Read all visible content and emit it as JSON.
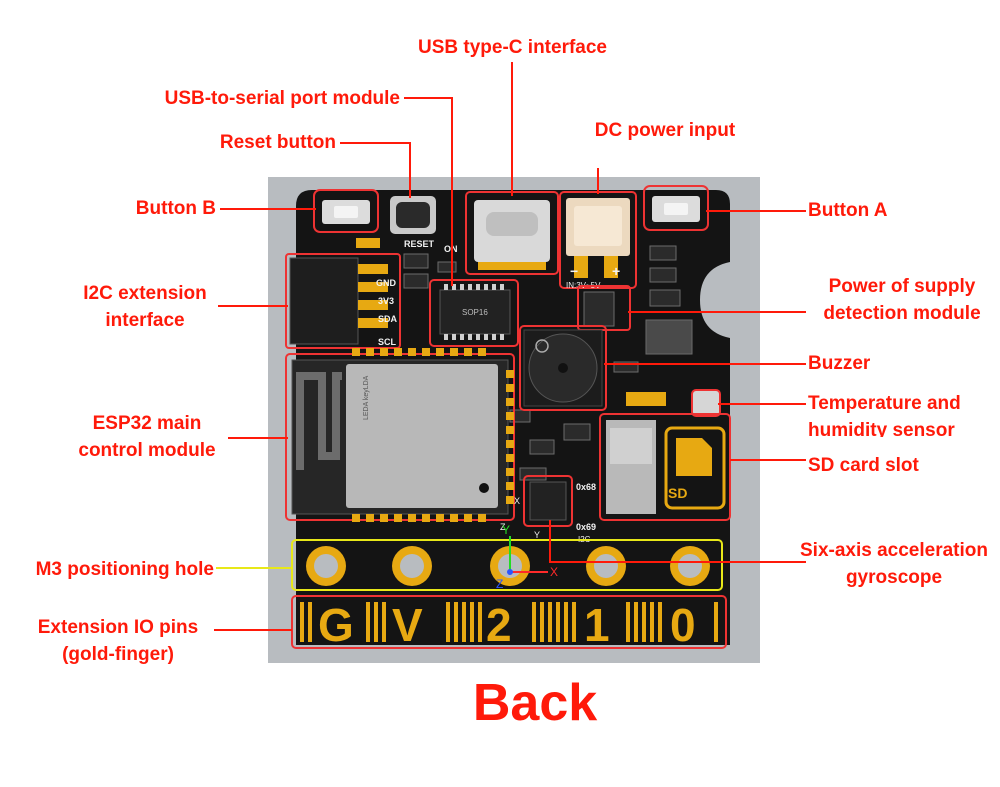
{
  "title": "Back",
  "colors": {
    "label": "#ff1a0a",
    "board": "#141414",
    "gold": "#e7a912",
    "highlight_box": "#e8e819",
    "background_plate": "#b8bcc0"
  },
  "labels": {
    "usb_c": "USB type-C interface",
    "usb_serial": "USB-to-serial port module",
    "reset": "Reset button",
    "dc_power": "DC power input",
    "button_b": "Button B",
    "button_a": "Button A",
    "i2c": [
      "I2C extension",
      "interface"
    ],
    "power_detect": [
      "Power of supply",
      "detection module"
    ],
    "buzzer": "Buzzer",
    "temp_humidity": [
      "Temperature and",
      "humidity sensor"
    ],
    "esp32": [
      "ESP32 main",
      "control module"
    ],
    "sd_card": "SD card slot",
    "m3_hole": "M3 positioning hole",
    "six_axis": [
      "Six-axis acceleration",
      "gyroscope"
    ],
    "gold_finger": [
      "Extension IO pins",
      "(gold-finger)"
    ]
  },
  "silkscreen": {
    "reset": "RESET",
    "on": "ON",
    "gnd": "GND",
    "v33": "3V3",
    "sda": "SDA",
    "scl": "SCL",
    "dc_range": "IN:3V~5V",
    "dc_minus": "−",
    "dc_plus": "+",
    "sop": "SOP16",
    "sd": "SD",
    "addr1": "0x68",
    "addr2": "0x69",
    "i2c_tag": "I2C",
    "axis_x": "X",
    "axis_y": "Y",
    "axis_z": "Z",
    "module_brand": "LEDA keyLDA",
    "gold_g": "G",
    "gold_v": "V",
    "gold_2": "2",
    "gold_1": "1",
    "gold_0": "0"
  }
}
